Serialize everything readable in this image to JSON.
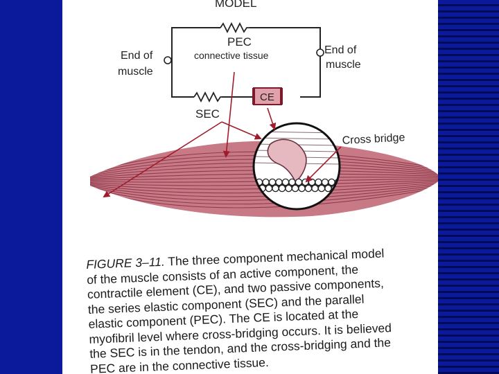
{
  "diagram": {
    "heading": "MODEL",
    "labels": {
      "pec": "PEC",
      "connective_tissue": "connective tissue",
      "end_of_muscle_left": [
        "End of",
        "muscle"
      ],
      "end_of_muscle_right": [
        "End of",
        "muscle"
      ],
      "ce": "CE",
      "sec": "SEC",
      "cross_bridge": "Cross bridge"
    },
    "colors": {
      "slide_background": "#0a1a9a",
      "muscle_fill": "#c77a86",
      "muscle_fibers": "#8f3a4c",
      "ce_box": "#e2a0ab",
      "arrows": "#a01c2c",
      "lines": "#222222"
    }
  },
  "caption": {
    "figure_number": "FIGURE 3–11.",
    "lines": [
      " The three component mechanical model",
      "of the muscle consists of an active component, the",
      "contractile element (CE), and two passive components,",
      "the series elastic component (SEC) and the parallel",
      "elastic component (PEC). The CE is located at the",
      "myofibril level where cross-bridging occurs. It is believed",
      "the SEC is in the tendon, and the cross-bridging and the",
      "PEC are in the connective tissue."
    ]
  }
}
